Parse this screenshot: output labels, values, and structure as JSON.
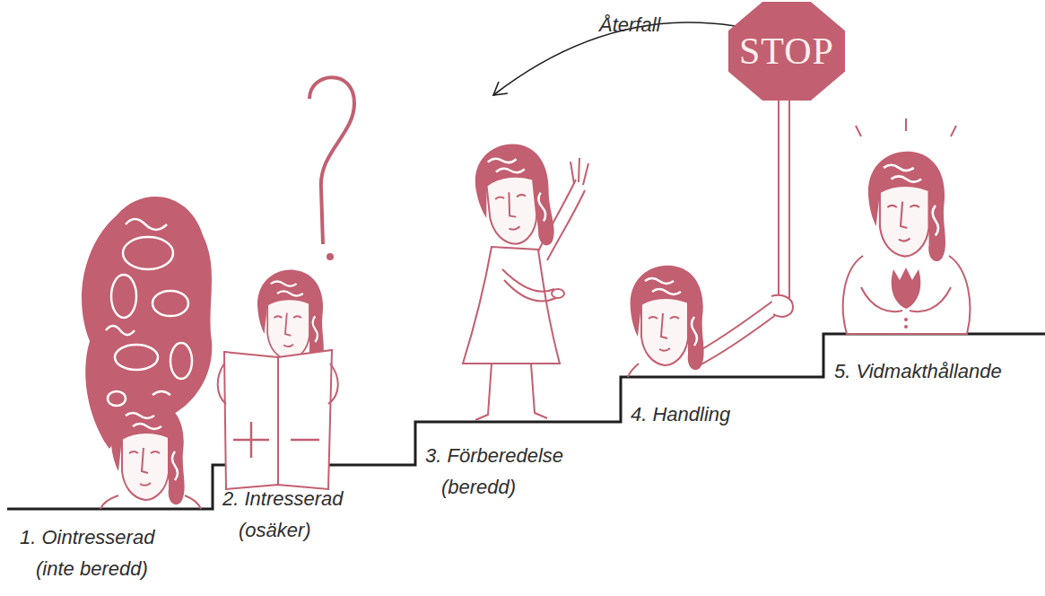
{
  "diagram": {
    "nodes": [
      {
        "text": [
          "STOP"
        ]
      }
    ],
    "labels": [
      "Återfall",
      "1. Ointresserad (inte beredd)",
      "2. Intresserad (osäker)",
      "3. Förberedelse (beredd)",
      "4. Handling",
      "5. Vidmakthållande"
    ]
  }
}
